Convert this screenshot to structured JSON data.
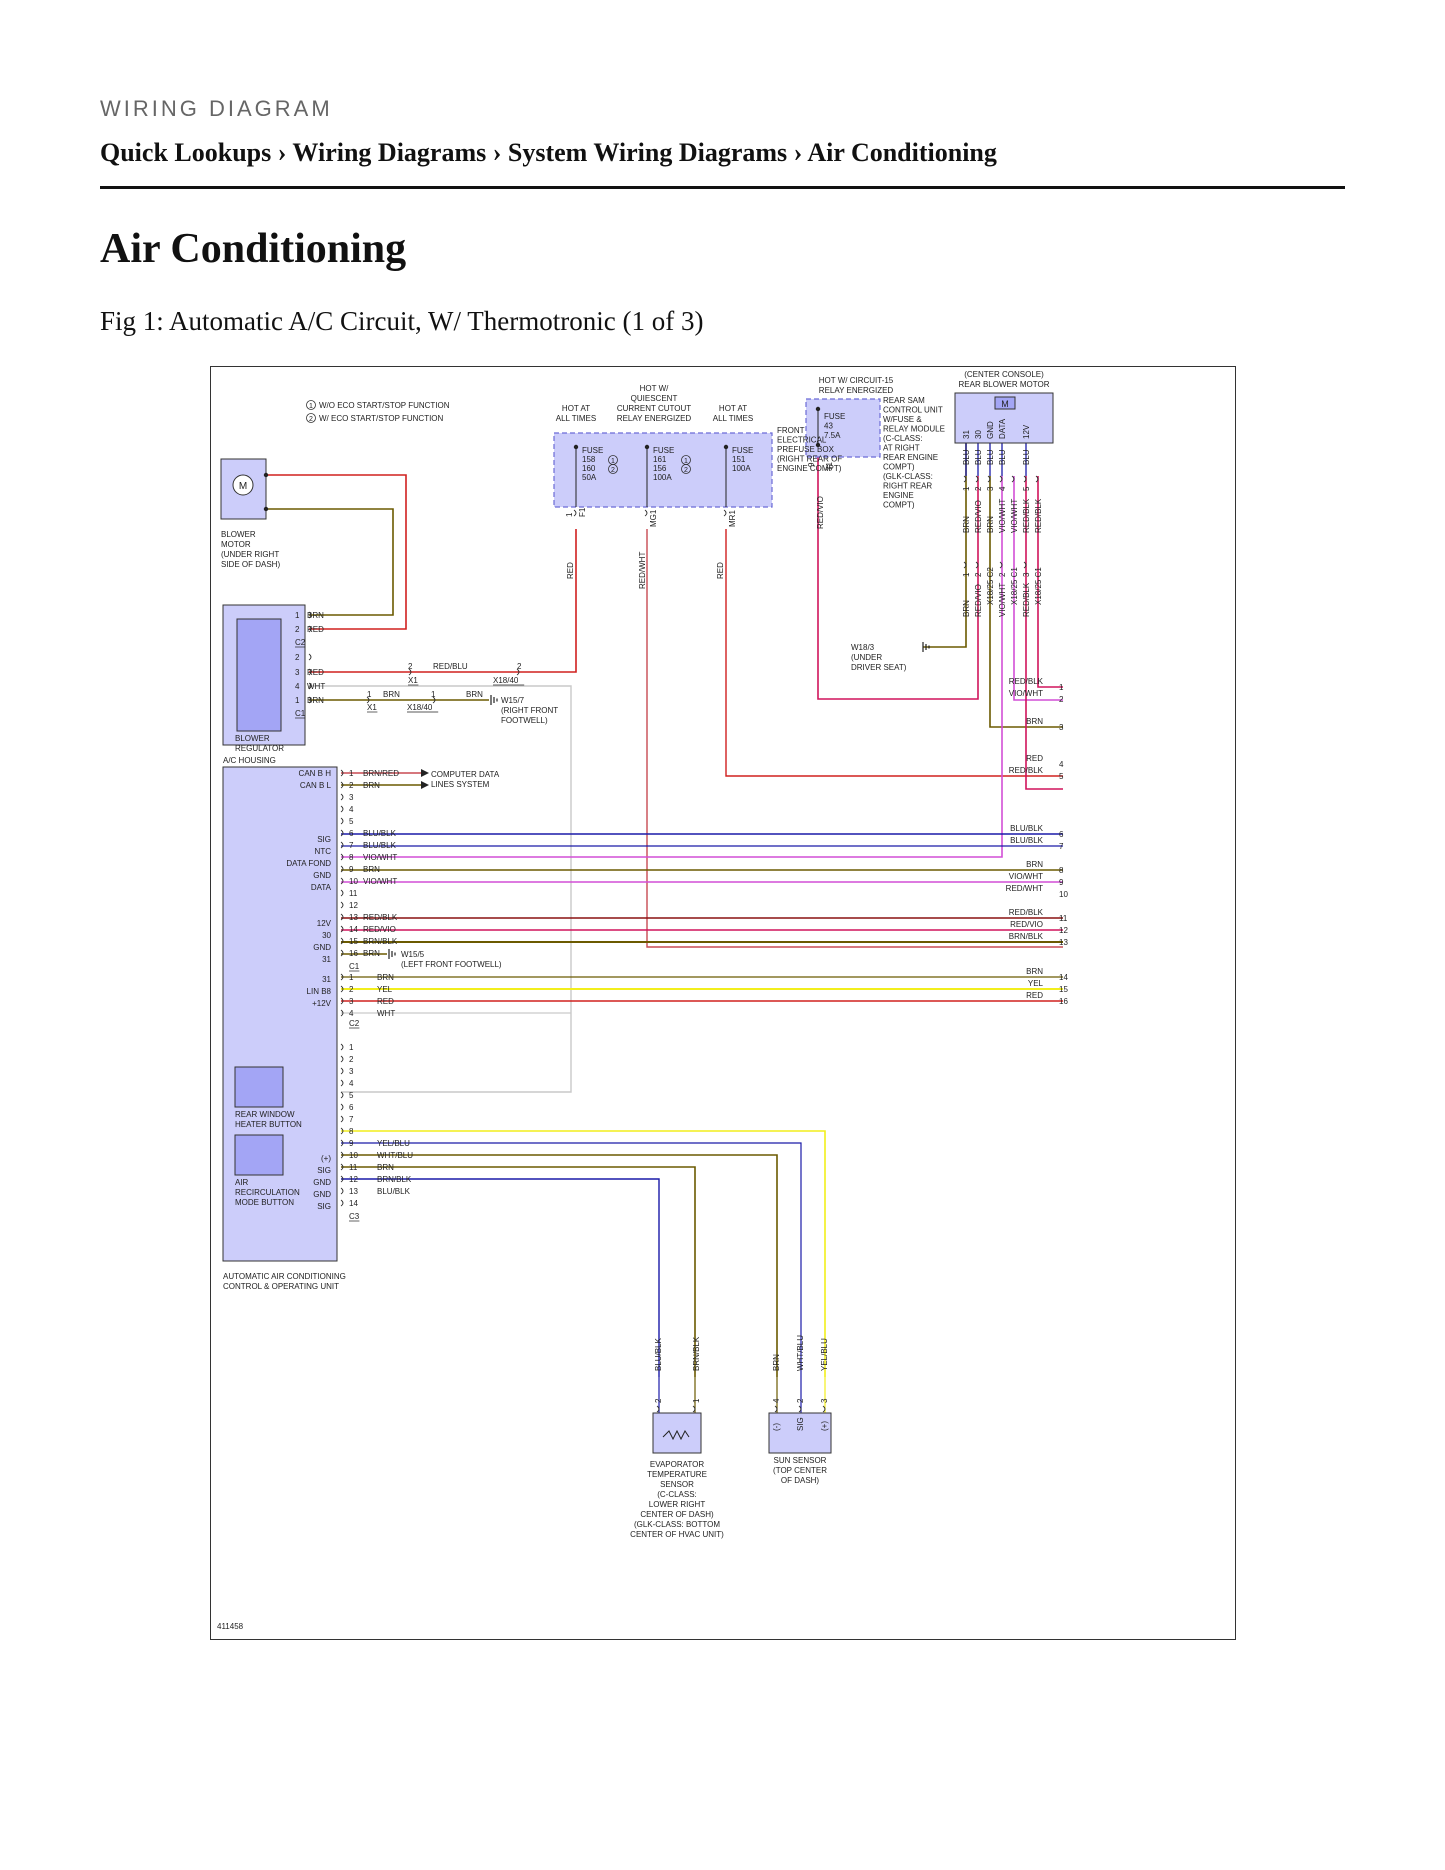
{
  "header": {
    "kicker": "WIRING DIAGRAM",
    "breadcrumb": "Quick Lookups › Wiring Diagrams › System Wiring Diagrams › Air Conditioning"
  },
  "page": {
    "title": "Air Conditioning",
    "figure_caption": "Fig 1: Automatic A/C Circuit, W/ Thermotronic (1 of 3)"
  },
  "diagram": {
    "diagram_id": "411458",
    "legend": [
      "W/O ECO START/STOP FUNCTION",
      "W/ ECO START/STOP FUNCTION"
    ],
    "legend_keys": [
      "1",
      "2"
    ],
    "hot_labels": {
      "all_times_1": [
        "HOT AT",
        "ALL TIMES"
      ],
      "quiescent": [
        "HOT W/",
        "QUIESCENT",
        "CURRENT CUTOUT",
        "RELAY ENERGIZED"
      ],
      "all_times_2": [
        "HOT AT",
        "ALL TIMES"
      ],
      "circuit15": [
        "HOT W/ CIRCUIT-15",
        "RELAY ENERGIZED"
      ]
    },
    "fuse_box": {
      "label": [
        "FRONT",
        "ELECTRICAL",
        "PREFUSE BOX",
        "(RIGHT REAR OF",
        "ENGINE COMPT)"
      ],
      "fuse_a": [
        "FUSE",
        "158",
        "160",
        "50A"
      ],
      "fuse_b": [
        "FUSE",
        "161",
        "156",
        "100A"
      ],
      "fuse_c": [
        "FUSE",
        "151",
        "100A"
      ],
      "pins": [
        "F1",
        "MG1",
        "MR1"
      ],
      "pin_a_num": "1"
    },
    "sam": {
      "fuse": [
        "FUSE",
        "43",
        "7.5A"
      ],
      "label": [
        "REAR SAM",
        "CONTROL UNIT",
        "W/FUSE &",
        "RELAY MODULE",
        "(C-CLASS:",
        "AT RIGHT",
        "REAR ENGINE",
        "COMPT)",
        "(GLK-CLASS:",
        "RIGHT REAR",
        "ENGINE",
        "COMPT)"
      ],
      "pin": "9",
      "conn": "31",
      "wire": "RED/VIO"
    },
    "rear_blower": {
      "title": [
        "(CENTER CONSOLE)",
        "REAR BLOWER MOTOR"
      ],
      "pins": [
        "31",
        "30",
        "GND",
        "DATA",
        "12V"
      ],
      "pin_wires": [
        "BLU",
        "BLU",
        "BLU",
        "BLU",
        "BLU"
      ],
      "harness_wires": [
        "BRN",
        "RED/VIO",
        "BRN",
        "VIO/WHT",
        "VIO/WHT",
        "RED/BLK",
        "RED/BLK"
      ],
      "harness_pins": [
        "1",
        "2",
        "3",
        "4",
        "",
        "5",
        ""
      ],
      "lower_wires": [
        "BRN",
        "RED/VIO",
        "VIO/WHT",
        "RED/BLK"
      ],
      "lower_pins": [
        "1",
        "2",
        "2",
        "3"
      ],
      "lower_conns": [
        "X18/25 C2",
        "X18/25 C1",
        "X18/25 C1"
      ]
    },
    "ground_w18": [
      "W18/3",
      "(UNDER",
      "DRIVER SEAT)"
    ],
    "blower_motor": {
      "symbol": "M",
      "label": [
        "BLOWER",
        "MOTOR",
        "(UNDER RIGHT",
        "SIDE OF DASH)"
      ],
      "wires": [
        "RED",
        "BRN"
      ]
    },
    "blower_regulator": {
      "label": [
        "BLOWER",
        "REGULATOR"
      ],
      "housing": "A/C HOUSING",
      "c2_pins": [
        {
          "pin": "1",
          "wire": "BRN"
        },
        {
          "pin": "2",
          "wire": "RED"
        }
      ],
      "c2": "C2",
      "c1_pins": [
        {
          "pin": "2",
          "wire": ""
        },
        {
          "pin": "3",
          "wire": "RED"
        },
        {
          "pin": "4",
          "wire": "WHT"
        },
        {
          "pin": "1",
          "wire": "BRN"
        }
      ],
      "c1": "C1",
      "red_run": {
        "pin": "2",
        "conn": "X1",
        "wire": "RED/BLU",
        "pin2": "2",
        "conn2": "X18/40"
      },
      "brn_run": {
        "pin": "1",
        "conn": "X1",
        "wire": "BRN",
        "pin2": "1",
        "conn2": "X18/40",
        "wire2": "BRN"
      },
      "ground": [
        "W15/7",
        "(RIGHT FRONT",
        "FOOTWELL)"
      ]
    },
    "vertical_wires": [
      "RED",
      "RED/WHT",
      "RED"
    ],
    "control_unit": {
      "label": [
        "AUTOMATIC AIR CONDITIONING",
        "CONTROL & OPERATING UNIT"
      ],
      "c3_signals": [
        "CAN B H",
        "CAN B L",
        "",
        "",
        "",
        "",
        "SIG",
        "NTC",
        "DATA FOND",
        "GND",
        "DATA",
        "",
        "",
        "12V",
        "30",
        "GND",
        "31"
      ],
      "c3_pins": [
        "1",
        "2",
        "3",
        "4",
        "5",
        "6",
        "7",
        "8",
        "9",
        "10",
        "11",
        "12",
        "13",
        "14",
        "15",
        "16"
      ],
      "c3_wires": [
        "BRN/RED",
        "BRN",
        "",
        "",
        "",
        "BLU/BLK",
        "BLU/BLK",
        "VIO/WHT",
        "BRN",
        "VIO/WHT",
        "",
        "",
        "RED/BLK",
        "RED/VIO",
        "BRN/BLK",
        "BRN"
      ],
      "c3_signal_list": [
        "CAN B H",
        "CAN B L",
        "",
        "",
        "",
        "",
        "SIG",
        "NTC",
        "DATA FOND",
        "GND",
        "DATA",
        "",
        "",
        "12V",
        "30",
        "GND",
        "31"
      ],
      "c1_name": "C1",
      "computer_data": [
        "COMPUTER DATA",
        "LINES SYSTEM"
      ],
      "w155": [
        "W15/5",
        "(LEFT FRONT FOOTWELL)"
      ],
      "c1_pins": [
        "1",
        "2",
        "3",
        "4"
      ],
      "c1_signals": [
        "31",
        "LIN B8",
        "+12V",
        ""
      ],
      "c1_wires": [
        "BRN",
        "YEL",
        "RED",
        "WHT"
      ],
      "c2_name": "C2",
      "c3b_pins": [
        "1",
        "2",
        "3",
        "4",
        "5",
        "6",
        "7",
        "8",
        "9",
        "10",
        "11",
        "12",
        "13",
        "14"
      ],
      "c3b_signals": [
        "",
        "",
        "",
        "",
        "",
        "",
        "",
        "",
        "",
        "(+)",
        "SIG",
        "GND",
        "GND",
        "SIG"
      ],
      "c3b_wires": [
        "",
        "",
        "",
        "",
        "",
        "",
        "",
        "",
        "YEL/BLU",
        "WHT/BLU",
        "BRN",
        "BRN/BLK",
        "BLU/BLK",
        ""
      ],
      "c3b_name": "C3",
      "rear_window_button": [
        "REAR WINDOW",
        "HEATER BUTTON"
      ],
      "air_recirc_button": [
        "AIR",
        "RECIRCULATION",
        "MODE BUTTON"
      ]
    },
    "right_refs": [
      {
        "wire": "RED/BLK",
        "n": "1"
      },
      {
        "wire": "VIO/WHT",
        "n": "2"
      },
      {
        "wire": "BRN",
        "n": "3"
      },
      {
        "wire": "RED",
        "n": "4"
      },
      {
        "wire": "RED/BLK",
        "n": "5"
      },
      {
        "wire": "BLU/BLK",
        "n": "6"
      },
      {
        "wire": "BLU/BLK",
        "n": "7"
      },
      {
        "wire": "BRN",
        "n": "8"
      },
      {
        "wire": "VIO/WHT",
        "n": "9"
      },
      {
        "wire": "RED/WHT",
        "n": "10"
      },
      {
        "wire": "RED/BLK",
        "n": "11"
      },
      {
        "wire": "RED/VIO",
        "n": "12"
      },
      {
        "wire": "BRN/BLK",
        "n": "13"
      },
      {
        "wire": "BRN",
        "n": "14"
      },
      {
        "wire": "YEL",
        "n": "15"
      },
      {
        "wire": "RED",
        "n": "16"
      }
    ],
    "evap_sensor": {
      "wires": [
        "BLU/BLK",
        "BRN/BLK"
      ],
      "pins": [
        "2",
        "1"
      ],
      "label": [
        "EVAPORATOR",
        "TEMPERATURE",
        "SENSOR",
        "(C-CLASS:",
        "LOWER RIGHT",
        "CENTER OF DASH)",
        "(GLK-CLASS: BOTTOM",
        "CENTER OF HVAC UNIT)"
      ]
    },
    "sun_sensor": {
      "wires": [
        "BRN",
        "WHT/BLU",
        "YEL/BLU"
      ],
      "pins": [
        "4",
        "2",
        "3"
      ],
      "pin_labels": [
        "(-)",
        "SIG",
        "(+)"
      ],
      "label": [
        "SUN SENSOR",
        "(TOP CENTER",
        "OF DASH)"
      ]
    },
    "colors": {
      "red": "#d0201f",
      "brn": "#6b5a00",
      "blu": "#1a1aa8",
      "vio": "#d24fd6",
      "yel": "#f2ee1c",
      "wht": "#c9c9c9",
      "redwht": "#c84a52",
      "redvio": "#d0145c",
      "box": "#cccdfa",
      "button": "#a3a5f5"
    }
  }
}
